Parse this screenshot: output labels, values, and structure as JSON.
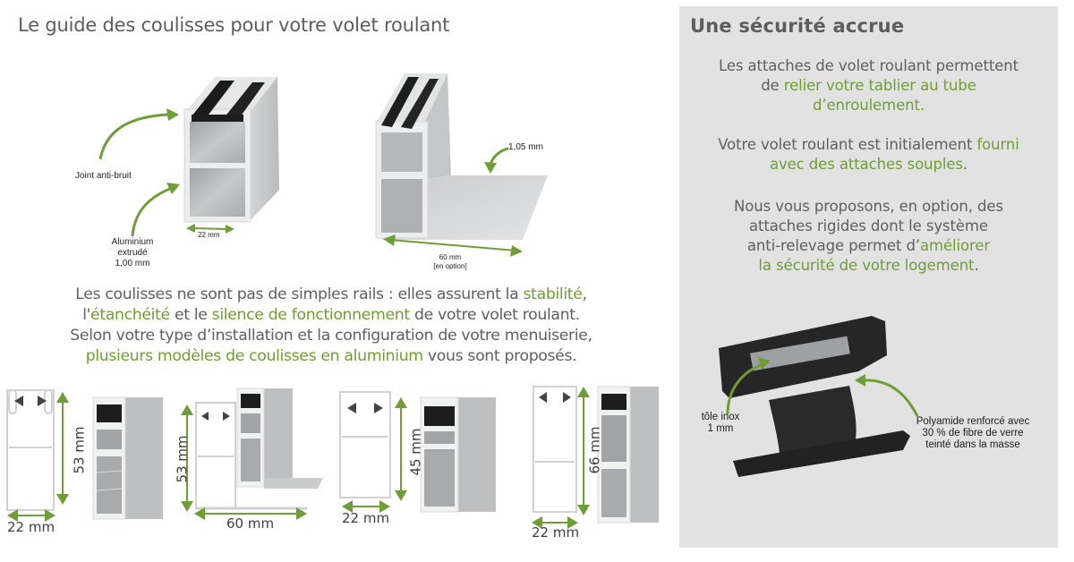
{
  "left": {
    "title": "Le guide des coulisses pour votre volet roulant",
    "photo1": {
      "label_joint": "Joint anti-bruit",
      "label_alu_1": "Aluminium",
      "label_alu_2": "extrudé",
      "label_alu_3": "1,00 mm",
      "width_label": "22 mm"
    },
    "photo2": {
      "thickness_label": "1,05 mm",
      "width_label": "60 mm",
      "option_label": "[en option]"
    },
    "intro": {
      "line1_a": "Les coulisses ne sont pas de simples rails : elles assurent la ",
      "line1_b": "stabilité",
      "line1_c": ",",
      "line2_a": "l'",
      "line2_b": "étanchéité",
      "line2_c": " et le ",
      "line2_d": "silence de fonctionnement",
      "line2_e": " de votre volet roulant.",
      "line3": "Selon votre type d’installation et la configuration de votre menuiserie,",
      "line4_a": "plusieurs modèles de coulisses en aluminium",
      "line4_b": " vous sont proposés."
    },
    "models": [
      {
        "height": "53 mm",
        "width": "22 mm"
      },
      {
        "height": "53 mm",
        "width": "60 mm"
      },
      {
        "height": "45 mm",
        "width": "22 mm"
      },
      {
        "height": "66 mm",
        "width": "22 mm"
      }
    ]
  },
  "panel": {
    "title": "Une sécurité accrue",
    "p1_a": "Les attaches de volet roulant permettent",
    "p1_b": "de ",
    "p1_c": "relier votre tablier au tube",
    "p1_d": "d’enroulement.",
    "p2_a": "Votre volet roulant est initialement ",
    "p2_b": "fourni",
    "p2_c": "avec des attaches souples",
    "p2_d": ".",
    "p3_a": "Nous vous proposons, en option, des",
    "p3_b": "attaches rigides dont le système",
    "p3_c": "anti-relevage permet d’",
    "p3_d": "améliorer",
    "p3_e": "la sécurité de votre logement",
    "p3_f": ".",
    "label_tole_1": "tôle inox",
    "label_tole_2": "1 mm",
    "label_poly_1": "Polyamide renforcé avec",
    "label_poly_2": "30 % de fibre de verre",
    "label_poly_3": "teinté dans la masse"
  },
  "colors": {
    "accent_green": "#6e9e35",
    "text_gray": "#5f5f5f",
    "panel_bg": "#e2e2e2"
  }
}
